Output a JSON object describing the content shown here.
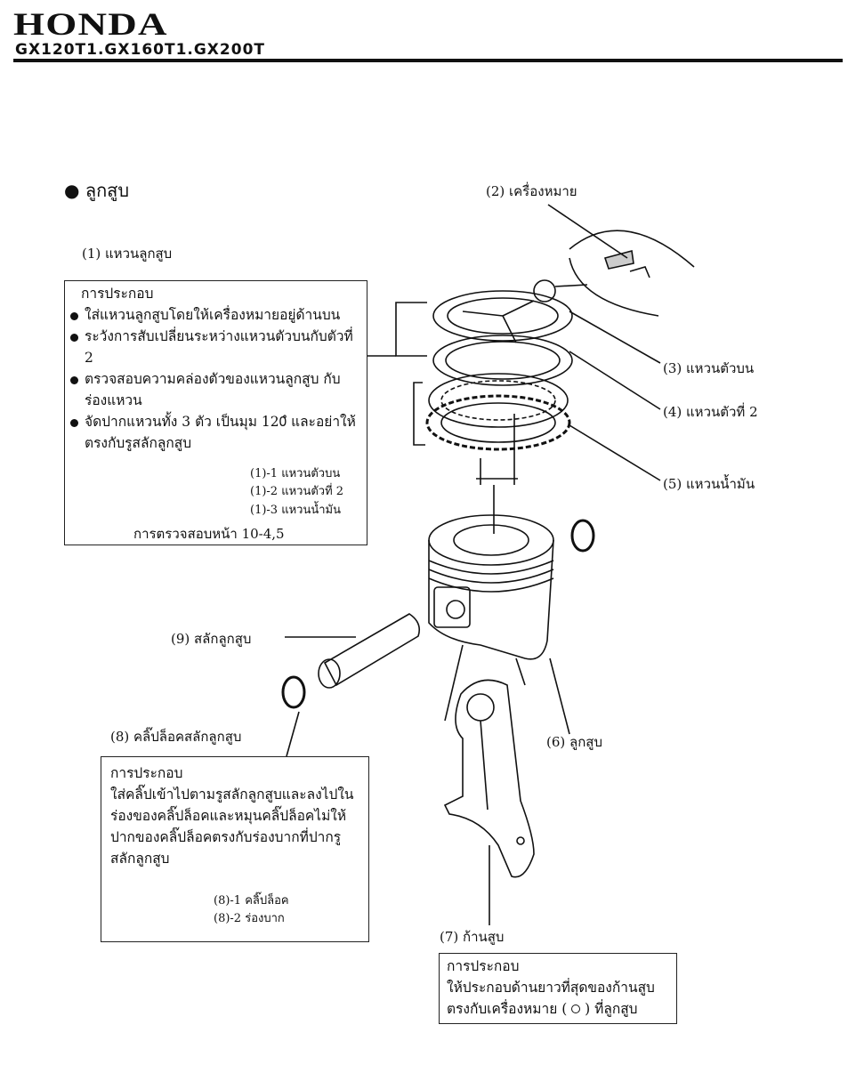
{
  "header": {
    "brand": "HONDA",
    "models": "GX120T1.GX160T1.GX200T"
  },
  "section_title": "ลูกสูบ",
  "labels": {
    "mark": "(2) เครื่องหมาย",
    "rings": "(1) แหวนลูกสูบ",
    "top_ring": "(3) แหวนตัวบน",
    "second_ring": "(4) แหวนตัวที่ 2",
    "oil_ring": "(5) แหวนน้ำมัน",
    "pin": "(9) สลักลูกสูบ",
    "clip": "(8) คลิ๊ปล็อคสลักลูกสูบ",
    "piston": "(6) ลูกสูบ",
    "rod": "(7) ก้านสูบ"
  },
  "ring_box": {
    "heading": "การประกอบ",
    "bullets": [
      "ใส่แหวนลูกสูบโดยให้เครื่องหมายอยู่ด้านบน",
      "ระวังการสับเปลี่ยนระหว่างแหวนตัวบนกับตัวที่ 2",
      "ตรวจสอบความคล่องตัวของแหวนลูกสูบ กับร่องแหวน",
      "จัดปากแหวนทั้ง 3 ตัว เป็นมุม 120ํ และอย่าให้ตรงกับรูสลักลูกสูบ"
    ],
    "diagram_labels": [
      "(1)-1 แหวนตัวบน",
      "(1)-2 แหวนตัวที่ 2",
      "(1)-3 แหวนน้ำมัน"
    ],
    "reference": "การตรวจสอบหน้า 10-4,5"
  },
  "clip_box": {
    "heading": "การประกอบ",
    "text": "ใส่คลิ๊ปเข้าไปตามรูสลักลูกสูบและลงไปในร่องของคลิ๊ปล็อคและหมุนคลิ๊ปล็อคไม่ให้ปากของคลิ๊ปล็อคตรงกับร่องบากที่ปากรูสลักลูกสูบ",
    "diagram_labels": [
      "(8)-1 คลิ๊ปล็อค",
      "(8)-2 ร่องบาก"
    ]
  },
  "rod_box": {
    "heading": "การประกอบ",
    "line1": "ให้ประกอบด้านยาวที่สุดของก้านสูบ",
    "line2_before": "ตรงกับเครื่องหมาย (",
    "line2_after": ") ที่ลูกสูบ"
  }
}
